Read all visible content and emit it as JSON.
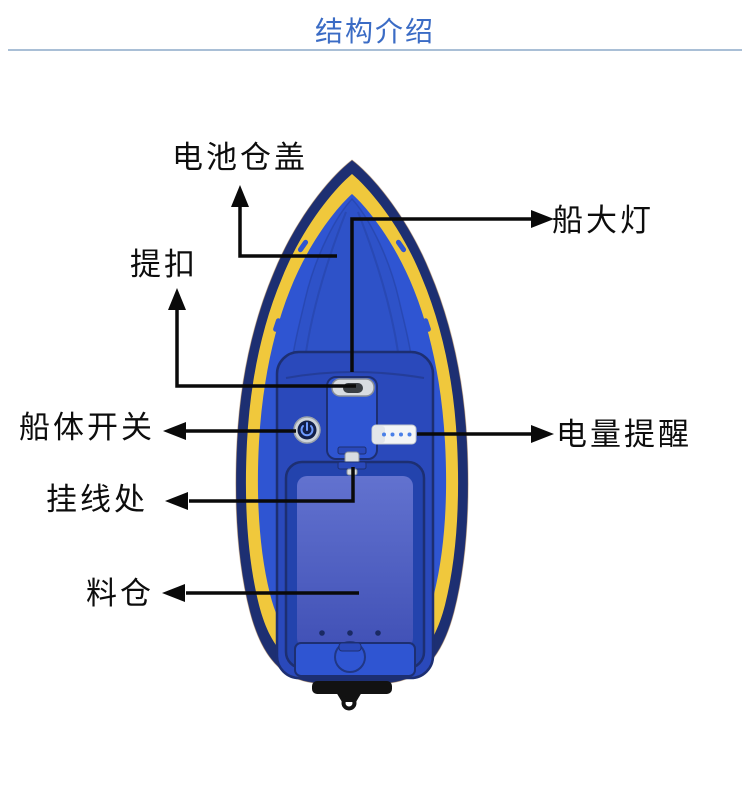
{
  "page": {
    "title": "结构介绍"
  },
  "colors": {
    "title": "#3b6cc5",
    "divider": "#a9bfd6",
    "label_text": "#0d0d0d",
    "callout": "#0a0a0a",
    "hull_outline": "#1d2f72",
    "stripe_yellow": "#f0c83c",
    "deck_blue": "#2f55d2",
    "recess_blue": "#2a49bb",
    "bin_wall": "#2343ad",
    "bin_floor_light": "#6272cf",
    "bin_floor_dark": "#4151b6",
    "metal_silver": "#d8dce1",
    "indicator_body": "#f3f5f7",
    "indicator_dots": "#4a80e8",
    "prop_black": "#121212"
  },
  "diagram": {
    "labels": {
      "battery_cover": {
        "text": "电池仓盖"
      },
      "lift_handle": {
        "text": "提扣"
      },
      "headlight": {
        "text": "船大灯"
      },
      "hull_switch": {
        "text": "船体开关"
      },
      "battery_indicator": {
        "text": "电量提醒"
      },
      "line_hook": {
        "text": "挂线处"
      },
      "bait_bin": {
        "text": "料仓"
      }
    }
  }
}
